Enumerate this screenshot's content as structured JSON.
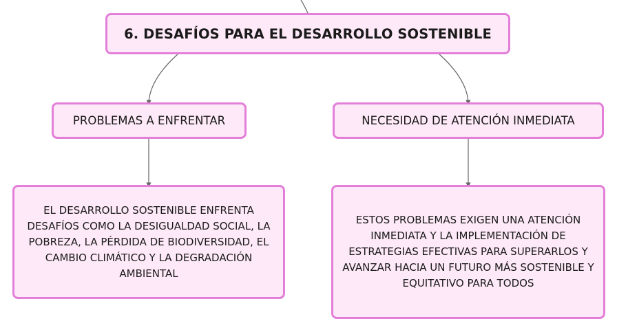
{
  "root": {
    "label": "6. DESAFÍOS PARA EL DESARROLLO SOSTENIBLE"
  },
  "left": {
    "topic": "PROBLEMAS A ENFRENTAR",
    "description": "EL DESARROLLO SOSTENIBLE ENFRENTA DESAFÍOS COMO LA DESIGUALDAD SOCIAL, LA POBREZA, LA PÉRDIDA DE BIODIVERSIDAD, EL CAMBIO CLIMÁTICO Y LA DEGRADACIÓN AMBIENTAL"
  },
  "right": {
    "topic": "NECESIDAD DE ATENCIÓN INMEDIATA",
    "description": "ESTOS PROBLEMAS EXIGEN UNA ATENCIÓN INMEDIATA Y LA IMPLEMENTACIÓN DE ESTRATEGIAS EFECTIVAS PARA SUPERARLOS Y AVANZAR HACIA UN FUTURO MÁS SOSTENIBLE Y EQUITATIVO PARA TODOS"
  },
  "colors": {
    "node_fill": "#fde9f7",
    "node_border": "#e47fd9",
    "connector": "#666666"
  }
}
